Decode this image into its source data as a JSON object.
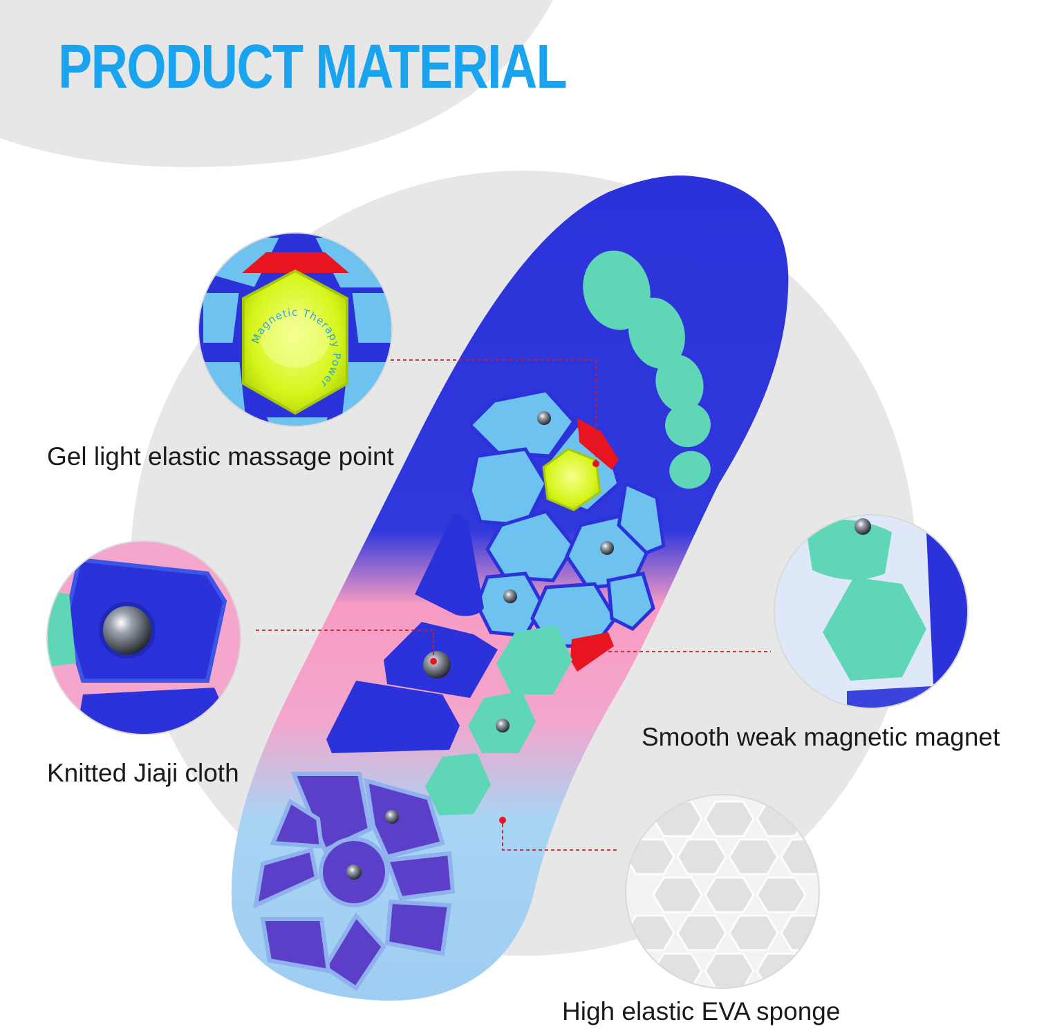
{
  "title": "PRODUCT MATERIAL",
  "labels": {
    "gel": "Gel light elastic massage point",
    "cloth": "Knitted Jiaji cloth",
    "magnet": "Smooth weak magnetic magnet",
    "sponge": "High elastic EVA sponge"
  },
  "gel_imprint": "Magnetic Therapy Power",
  "colors": {
    "title": "#1aa3ee",
    "insole_top": "#2b32d9",
    "insole_mid": "#f79bc4",
    "insole_heel": "#a9d4f4",
    "mint": "#5fd6b6",
    "light_blue": "#6ec2f0",
    "gel_yellow": "#d6f51a",
    "red_accent": "#e8141f",
    "purple": "#5b3fc9",
    "background_grey": "#e7e7e7"
  }
}
